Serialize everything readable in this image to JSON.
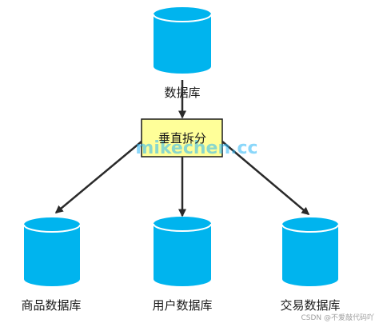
{
  "diagram": {
    "source_db": {
      "label": "数据库"
    },
    "split_box": {
      "label": "垂直拆分"
    },
    "targets": [
      {
        "label": "商品数据库"
      },
      {
        "label": "用户数据库"
      },
      {
        "label": "交易数据库"
      }
    ],
    "watermark": "mikechen.cc",
    "credit": "CSDN @不爱敲代码吖"
  },
  "colors": {
    "database_fill": "#00b4ee",
    "database_rim": "#ffffff",
    "box_fill": "#ffff99",
    "box_stroke": "#1a1a1a",
    "arrow": "#2a2a2a"
  }
}
